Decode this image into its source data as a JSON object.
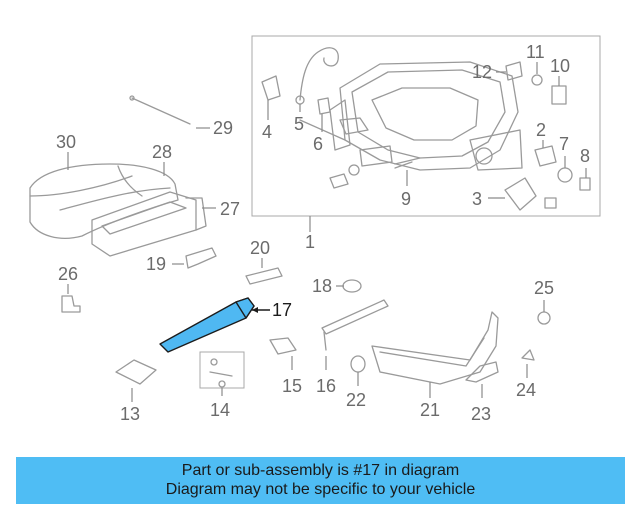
{
  "diagram": {
    "callouts": [
      "1",
      "2",
      "3",
      "4",
      "5",
      "6",
      "7",
      "8",
      "9",
      "10",
      "11",
      "12",
      "13",
      "14",
      "15",
      "16",
      "17",
      "18",
      "19",
      "20",
      "21",
      "22",
      "23",
      "24",
      "25",
      "26",
      "27",
      "28",
      "29",
      "30"
    ],
    "highlighted_part": "17",
    "colors": {
      "highlight": "#4fb8f2",
      "banner": "#4fbdf4",
      "line": "#9a9a9a"
    }
  },
  "banner": {
    "line1": "Part or sub-assembly is #17 in diagram",
    "line2": "Diagram may not be specific to your vehicle"
  }
}
